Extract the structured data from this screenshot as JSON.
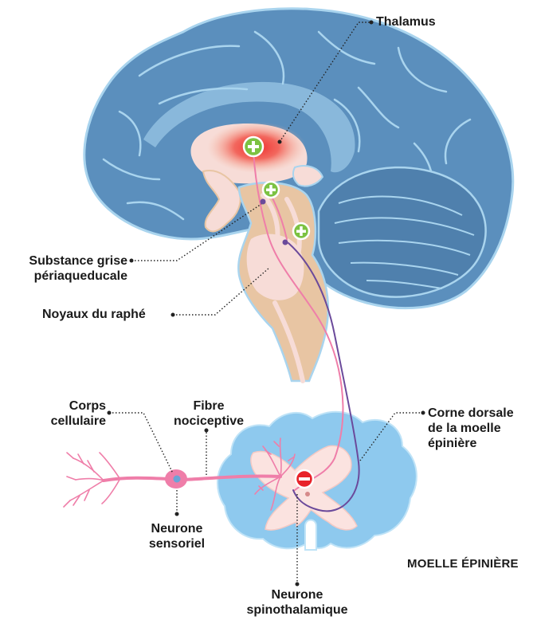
{
  "labels": {
    "thalamus": "Thalamus",
    "substance_grise_line1": "Substance grise",
    "substance_grise_line2": "périaqueducale",
    "noyaux_raphe": "Noyaux du raphé",
    "corps_cellulaire_line1": "Corps",
    "corps_cellulaire_line2": "cellulaire",
    "fibre_nociceptive_line1": "Fibre",
    "fibre_nociceptive_line2": "nociceptive",
    "corne_dorsale_line1": "Corne dorsale",
    "corne_dorsale_line2": "de la moelle",
    "corne_dorsale_line3": "épinière",
    "neurone_sensoriel_line1": "Neurone",
    "neurone_sensoriel_line2": "sensoriel",
    "neurone_spino_line1": "Neurone",
    "neurone_spino_line2": "spinothalamique",
    "moelle_epiniere": "MOELLE ÉPINIÈRE"
  },
  "colors": {
    "brain_fill": "#5b8fbd",
    "brain_outline": "#a9d4ee",
    "brainstem_fill": "#e8c5a3",
    "inner_tissue": "#f7dcd7",
    "spinal_outer": "#8ec9ee",
    "spinal_grey": "#fbe3e0",
    "pain_red": "#ee2e2e",
    "excitation_green": "#7cc242",
    "inhibition_red": "#e8232a",
    "pink_neuron": "#ef7ea9",
    "purple_neuron": "#6b4a9b",
    "leader_line": "#222222"
  },
  "icons": {
    "plus_markers": "plus-circle-icon",
    "minus_marker": "minus-circle-icon"
  }
}
